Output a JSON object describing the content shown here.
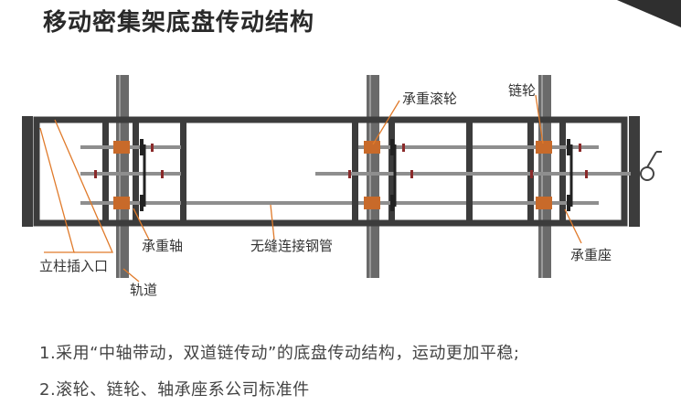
{
  "title": "移动密集架底盘传动结构",
  "labels": {
    "roller": "承重滚轮",
    "sprocket": "链轮",
    "load_shaft": "承重轴",
    "seamless_pipe": "无缝连接钢管",
    "bearing_seat": "承重座",
    "column_socket": "立柱插入口",
    "track": "轨道"
  },
  "description": {
    "line1": "1.采用“中轴带动，双道链传动”的底盘传动结构，运动更加平稳;",
    "line2": "2.滚轮、链轮、轴承座系公司标准件"
  },
  "colors": {
    "frame": "#3c3c3c",
    "leader": "#e07a2a",
    "part": "#c86a2a"
  }
}
